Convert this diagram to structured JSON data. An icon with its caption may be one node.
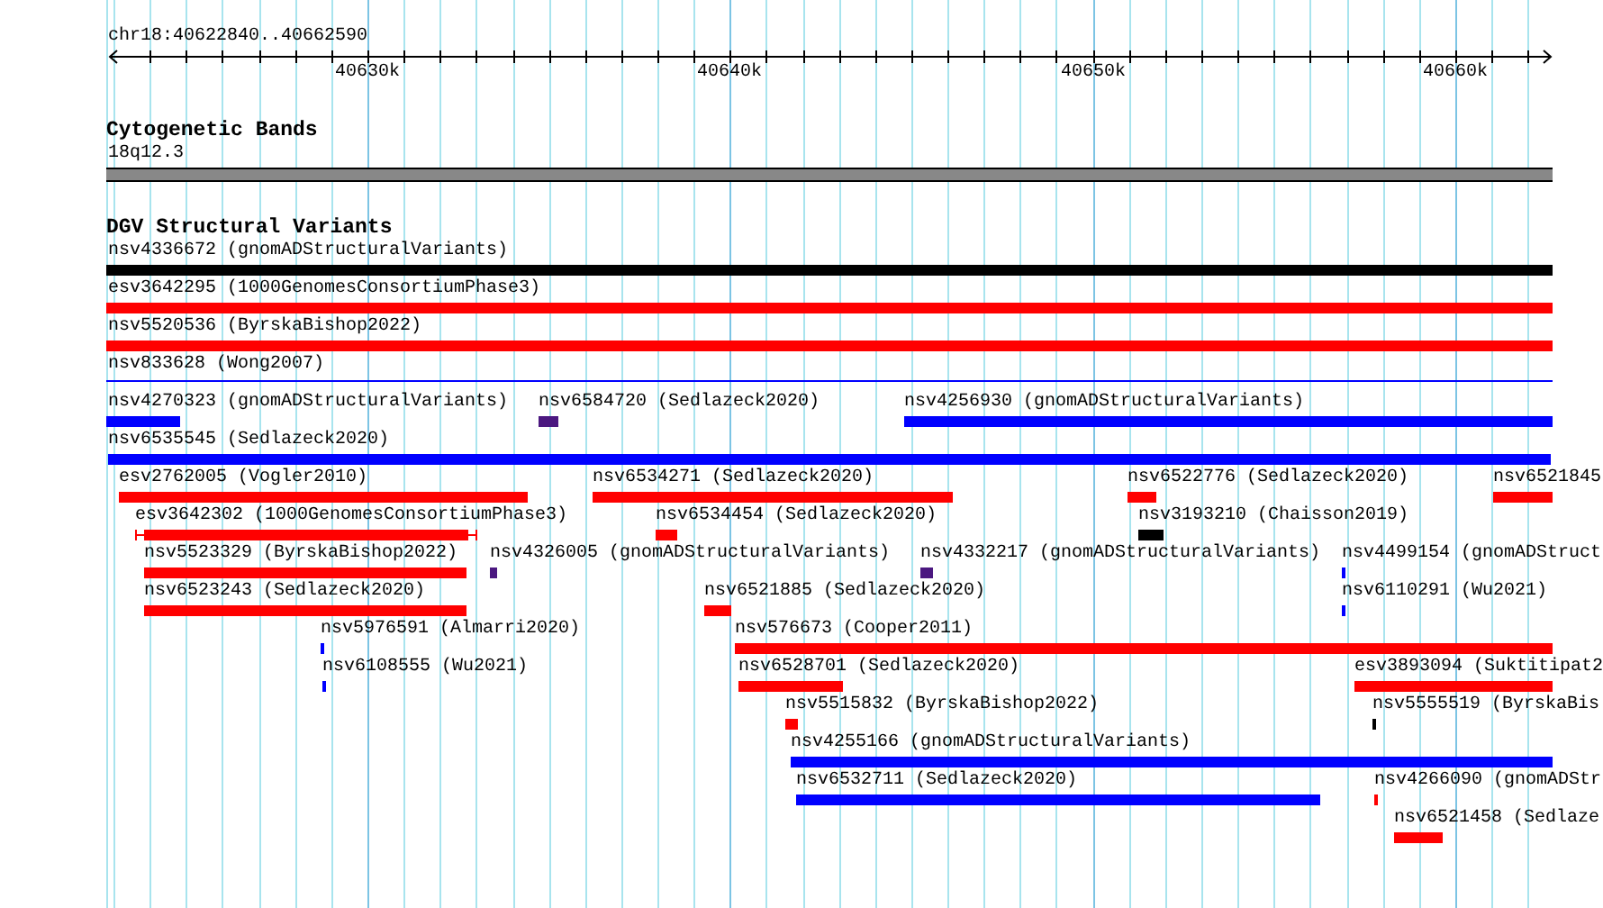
{
  "diagram": {
    "nodes": [
      {
        "text": [
          "18q12.3"
        ]
      },
      {
        "text": [
          "nsv4336672 (gnomADStructuralVariants)"
        ]
      },
      {
        "text": [
          "esv3642295 (1000GenomesConsortiumPhase3)"
        ]
      },
      {
        "text": [
          "nsv5520536 (ByrskaBishop2022)"
        ]
      },
      {
        "text": [
          "nsv833628 (Wong2007)"
        ]
      },
      {
        "text": [
          "nsv4270323 (gnomADStructuralVariants)"
        ]
      },
      {
        "text": [
          "nsv6584720 (Sedlazeck2020)"
        ]
      },
      {
        "text": [
          "nsv4256930 (gnomADStructuralVariants)"
        ]
      },
      {
        "text": [
          "nsv6535545 (Sedlazeck2020)"
        ]
      },
      {
        "text": [
          "esv2762005 (Vogler2010)"
        ]
      },
      {
        "text": [
          "nsv6534271 (Sedlazeck2020)"
        ]
      },
      {
        "text": [
          "nsv6522776 (Sedlazeck2020)"
        ]
      },
      {
        "text": [
          "nsv6521845"
        ]
      },
      {
        "text": [
          "esv3642302 (1000GenomesConsortiumPhase3)"
        ]
      },
      {
        "text": [
          "nsv6534454 (Sedlazeck2020)"
        ]
      },
      {
        "text": [
          "nsv3193210 (Chaisson2019)"
        ]
      },
      {
        "text": [
          "nsv5523329 (ByrskaBishop2022)"
        ]
      },
      {
        "text": [
          "nsv4326005 (gnomADStructuralVariants)"
        ]
      },
      {
        "text": [
          "nsv4332217 (gnomADStructuralVariants)"
        ]
      },
      {
        "text": [
          "nsv4499154 (gnomADStruct"
        ]
      },
      {
        "text": [
          "nsv6523243 (Sedlazeck2020)"
        ]
      },
      {
        "text": [
          "nsv6521885 (Sedlazeck2020)"
        ]
      },
      {
        "text": [
          "nsv6110291 (Wu2021)"
        ]
      },
      {
        "text": [
          "nsv5976591 (Almarri2020)"
        ]
      },
      {
        "text": [
          "nsv576673 (Cooper2011)"
        ]
      },
      {
        "text": [
          "nsv6108555 (Wu2021)"
        ]
      },
      {
        "text": [
          "nsv6528701 (Sedlazeck2020)"
        ]
      },
      {
        "text": [
          "esv3893094 (Suktitipat2"
        ]
      },
      {
        "text": [
          "nsv5515832 (ByrskaBishop2022)"
        ]
      },
      {
        "text": [
          "nsv5555519 (ByrskaBis"
        ]
      },
      {
        "text": [
          "nsv4255166 (gnomADStructuralVariants)"
        ]
      },
      {
        "text": [
          "nsv6532711 (Sedlazeck2020)"
        ]
      },
      {
        "text": [
          "nsv4266090 (gnomADStr"
        ]
      },
      {
        "text": [
          "nsv6521458 (Sedlaze"
        ]
      }
    ],
    "labels": [
      "chr18:40622840..40662590",
      "40630k",
      "40640k",
      "40650k",
      "40660k",
      "Cytogenetic Bands",
      "DGV Structural Variants"
    ]
  }
}
